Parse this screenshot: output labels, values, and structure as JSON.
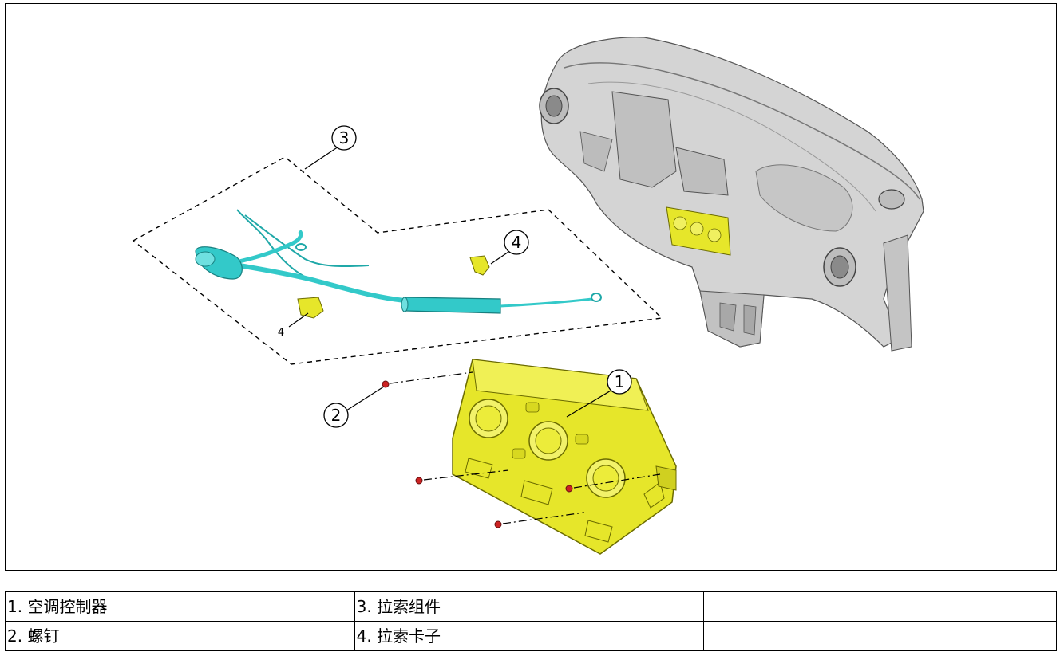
{
  "callouts": {
    "c1": "1",
    "c2": "2",
    "c3": "3",
    "c4": "4",
    "c4_small": "4"
  },
  "legend": {
    "rows": [
      [
        "1. 空调控制器",
        "3. 拉索组件",
        ""
      ],
      [
        "2. 螺钉",
        "4. 拉索卡子",
        ""
      ]
    ]
  },
  "colors": {
    "controller": "#e6e62a",
    "cable": "#33c9c9",
    "screw": "#cc2222",
    "dashboard": "#c8c8c8"
  }
}
